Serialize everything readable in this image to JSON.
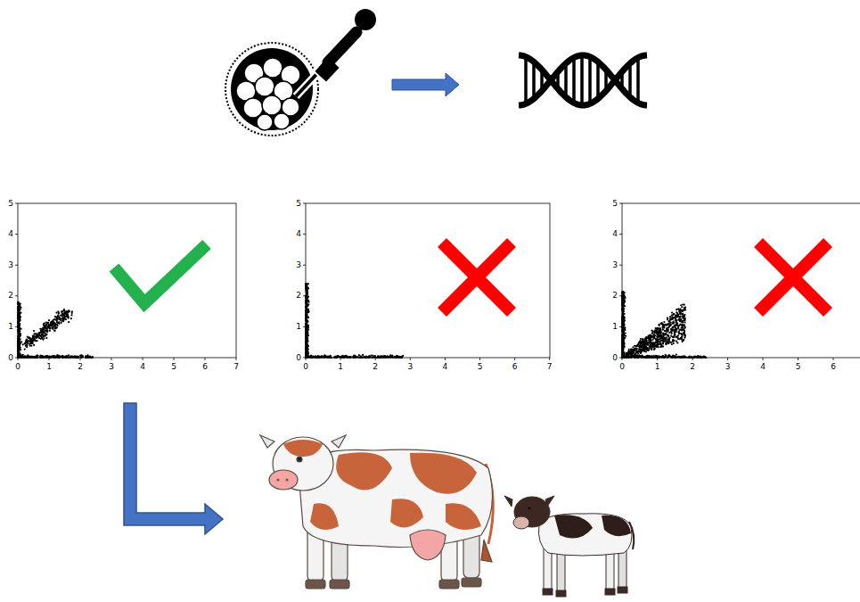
{
  "diagram": {
    "labels": [
      "5",
      "4",
      "3",
      "2",
      "1",
      "0",
      "0",
      "1",
      "2",
      "3",
      "4",
      "5",
      "6",
      "7",
      "5",
      "4",
      "3",
      "2",
      "1",
      "0",
      "0",
      "1",
      "2",
      "3",
      "4",
      "5",
      "6",
      "7",
      "5",
      "4",
      "3",
      "2",
      "1",
      "0",
      "0",
      "1",
      "2",
      "3",
      "4",
      "5",
      "6"
    ]
  }
}
